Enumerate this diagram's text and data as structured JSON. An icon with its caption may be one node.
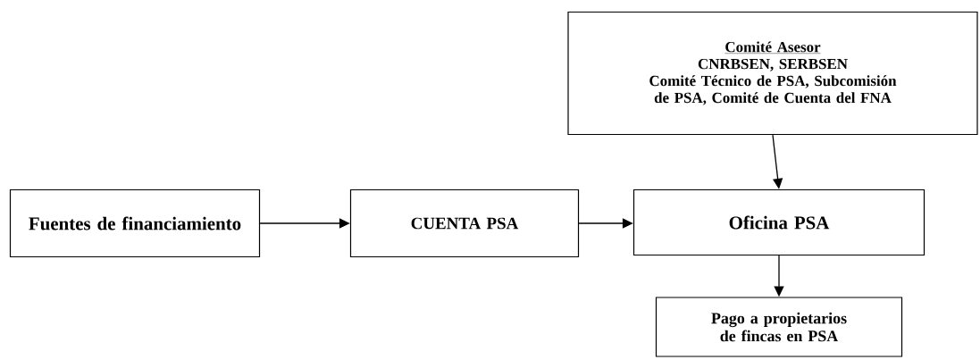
{
  "diagram": {
    "nodes": [
      {
        "text": [
          "Fuentes de financiamiento"
        ]
      },
      {
        "text": [
          "CUENTA PSA"
        ]
      },
      {
        "text": [
          "Comité Asesor",
          "CNRBSEN, SERBSEN",
          "Comité Técnico de PSA, Subcomisión de PSA, Comité de Cuenta del FNA"
        ]
      },
      {
        "text": [
          "Oficina PSA"
        ]
      },
      {
        "text": [
          "Pago a propietarios de fincas en PSA"
        ]
      }
    ],
    "edges": [
      {
        "from": 0,
        "to": 1,
        "arrow": "to"
      },
      {
        "from": 1,
        "to": 3,
        "arrow": "to"
      },
      {
        "from": 2,
        "to": 3,
        "arrow": "to"
      },
      {
        "from": 3,
        "to": 4,
        "arrow": "to"
      }
    ]
  }
}
